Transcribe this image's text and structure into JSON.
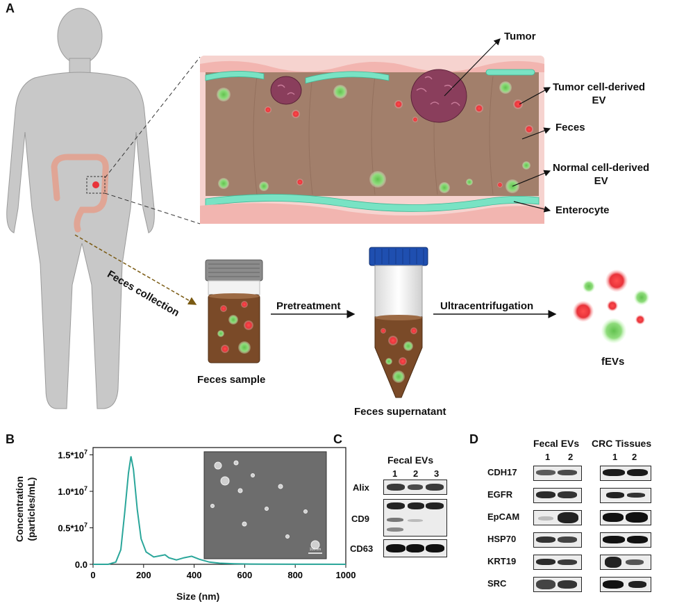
{
  "panels": {
    "a": "A",
    "b": "B",
    "c": "C",
    "d": "D"
  },
  "panelA": {
    "labels": {
      "tumor": "Tumor",
      "tumor_ev": "Tumor cell-derived\nEV",
      "feces": "Feces",
      "normal_ev": "Normal cell-derived\nEV",
      "enterocyte": "Enterocyte",
      "feces_collection": "Feces collection",
      "feces_sample": "Feces sample",
      "pretreatment": "Pretreatment",
      "feces_supernatant": "Feces supernatant",
      "ultracentrifugation": "Ultracentrifugation",
      "fevs": "fEVs"
    },
    "colors": {
      "tissue": "#f2c3bf",
      "feces": "#a27f6b",
      "enterocyte": "#79e3c4",
      "tumor": "#8a3e5c",
      "ev_red": "#e8333a",
      "ev_green": "#6fcf5c",
      "tube_cap": "#1f4fb0",
      "jar_cap": "#8c8c8c",
      "liquid": "#7a4a28"
    }
  },
  "panelB": {
    "ylabel": "Concentration\n(particles/mL)",
    "xlabel": "Size (nm)",
    "scale_bar": "100 nm",
    "chart_data": {
      "type": "line",
      "title": "",
      "xlabel": "Size (nm)",
      "ylabel": "Concentration (particles/mL)",
      "xlim": [
        0,
        1000
      ],
      "ylim": [
        0,
        16000000.0
      ],
      "x_ticks": [
        0,
        200,
        400,
        600,
        800,
        1000
      ],
      "y_ticks": [
        {
          "value": 0,
          "label": "0.0"
        },
        {
          "value": 5000000,
          "label": "0.5*10"
        },
        {
          "value": 10000000,
          "label": "1.0*10"
        },
        {
          "value": 15000000,
          "label": "1.5*10"
        }
      ],
      "y_tick_exponent": "7",
      "series": [
        {
          "color": "#2aa69a",
          "x": [
            0,
            60,
            90,
            110,
            125,
            140,
            150,
            160,
            175,
            190,
            210,
            240,
            270,
            285,
            300,
            330,
            360,
            390,
            420,
            460,
            500,
            560,
            620,
            700,
            800,
            900,
            1000
          ],
          "y": [
            0,
            0,
            300000,
            2000000,
            7000000,
            12500000,
            14800000,
            13000000,
            7500000,
            3500000,
            1700000,
            1000000,
            1200000,
            1300000,
            900000,
            600000,
            900000,
            1100000,
            700000,
            300000,
            150000,
            80000,
            40000,
            20000,
            10000,
            5000,
            0
          ]
        }
      ]
    }
  },
  "panelC": {
    "title": "Fecal EVs",
    "lanes": [
      "1",
      "2",
      "3"
    ],
    "rows": [
      "Alix",
      "CD9",
      "CD63"
    ]
  },
  "panelD": {
    "group1": "Fecal EVs",
    "group2": "CRC Tissues",
    "lanes1": [
      "1",
      "2"
    ],
    "lanes2": [
      "1",
      "2"
    ],
    "rows": [
      "CDH17",
      "EGFR",
      "EpCAM",
      "HSP70",
      "KRT19",
      "SRC"
    ]
  }
}
